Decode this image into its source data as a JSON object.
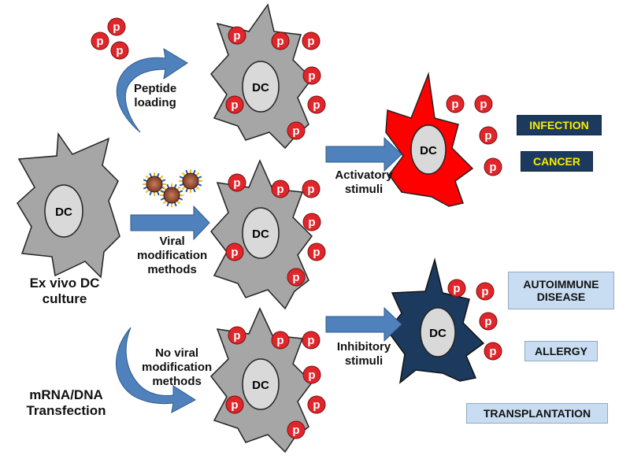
{
  "cell_label": "DC",
  "peptide_label": "p",
  "labels": {
    "peptide_loading": [
      "Peptide",
      "loading"
    ],
    "viral_methods": [
      "Viral",
      "modification",
      "methods"
    ],
    "ex_vivo": [
      "Ex vivo DC",
      "culture"
    ],
    "no_viral_methods": [
      "No viral",
      "modification",
      "methods"
    ],
    "transfection": [
      "mRNA/DNA",
      "Transfection"
    ],
    "activatory": [
      "Activatory",
      "stimuli"
    ],
    "inhibitory": [
      "Inhibitory",
      "stimuli"
    ]
  },
  "outcomes": {
    "infection": "INFECTION",
    "cancer": "CANCER",
    "autoimmune": [
      "AUTOIMMUNE",
      "DISEASE"
    ],
    "allergy": "ALLERGY",
    "transplantation": "TRANSPLANTATION"
  },
  "colors": {
    "resting_cell": "#a6a6a6",
    "activated_cell": "#ff0000",
    "tolerogenic_cell": "#1b3a5e",
    "nucleus": "#d9d9d9",
    "peptide": "#e0262b",
    "arrow": "#4f81bd",
    "dark_box": "#1b3a5e",
    "dark_box_text": "#ffeb00",
    "light_box": "#c9ddf2"
  }
}
